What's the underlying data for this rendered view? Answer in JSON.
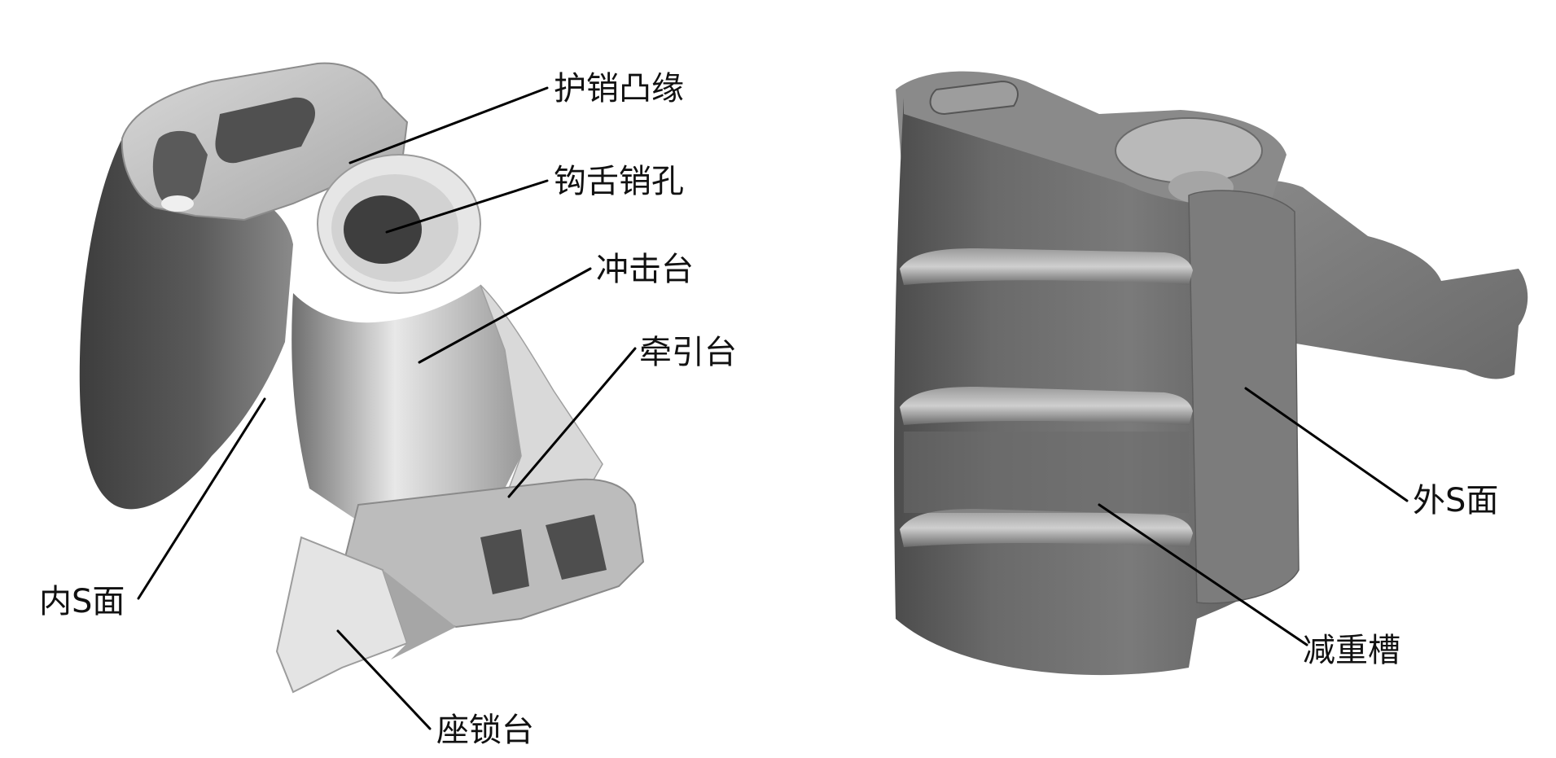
{
  "labels": {
    "pin_guard_flange": "护销凸缘",
    "knuckle_pin_hole": "钩舌销孔",
    "buffing_shoulder": "冲击台",
    "pulling_shoulder": "牵引台",
    "inner_s_face": "内S面",
    "lock_seat": "座锁台",
    "outer_s_face": "外S面",
    "lightening_groove": "减重槽"
  },
  "colors": {
    "background": "#ffffff",
    "part_dark": "#4a4a4a",
    "part_mid": "#7a7a7a",
    "part_light": "#c9c9c9",
    "part_highlight": "#ececec",
    "leader_line": "#000000",
    "text": "#111111"
  }
}
